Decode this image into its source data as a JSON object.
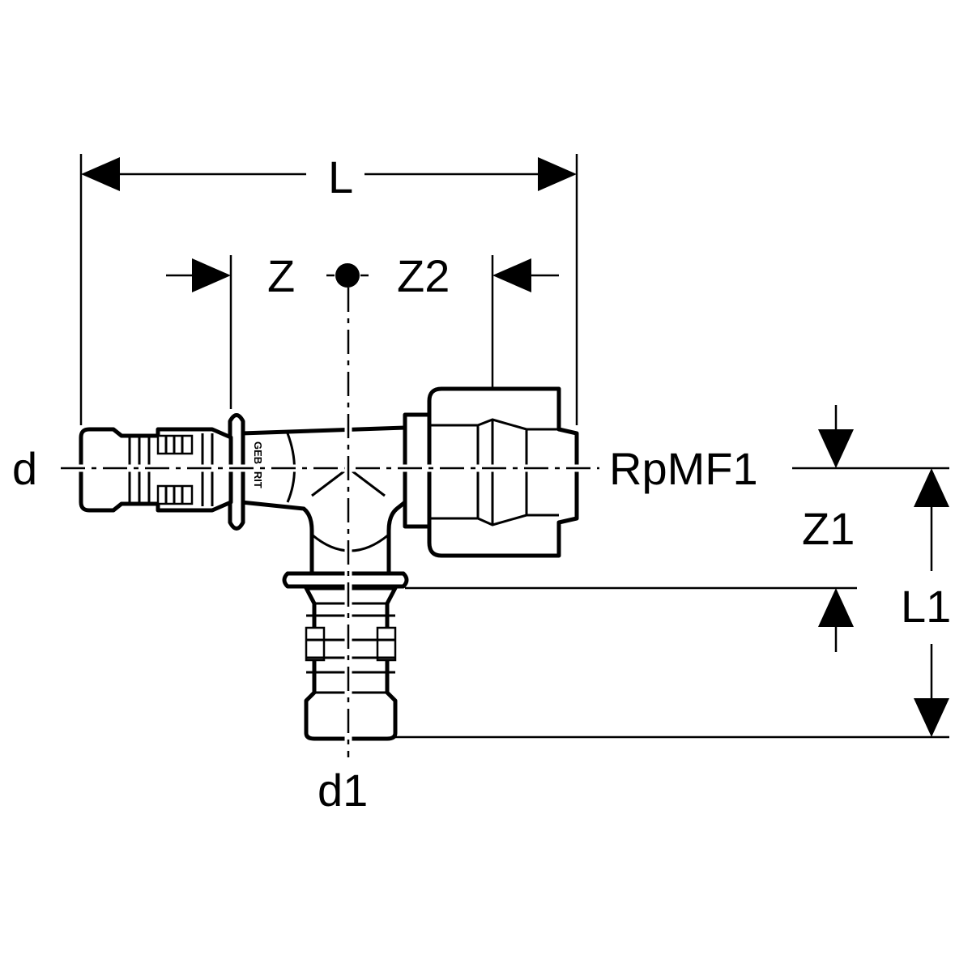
{
  "labels": {
    "L": "L",
    "Z": "Z",
    "Z2": "Z2",
    "d": "d",
    "RpMF1": "RpMF1",
    "Z1": "Z1",
    "L1": "L1",
    "d1": "d1"
  },
  "brand_mark": "GEBERIT",
  "colors": {
    "line": "#000000",
    "background": "#ffffff"
  }
}
